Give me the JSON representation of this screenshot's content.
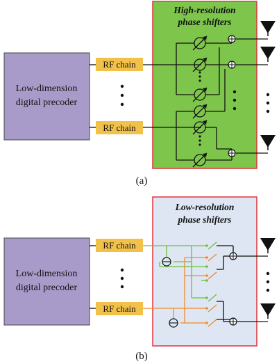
{
  "panel_a": {
    "precoder_line1": "Low-dimension",
    "precoder_line2": "digital precoder",
    "rf_chain_1": "RF chain",
    "rf_chain_2": "RF chain",
    "shifters_line1": "High-resolution",
    "shifters_line2": "phase shifters",
    "caption": "(a)"
  },
  "panel_b": {
    "precoder_line1": "Low-dimension",
    "precoder_line2": "digital precoder",
    "rf_chain_1": "RF chain",
    "rf_chain_2": "RF chain",
    "shifters_line1": "Low-resolution",
    "shifters_line2": "phase shifters",
    "caption": "(b)"
  },
  "colors": {
    "precoder_fill": "#a99bc9",
    "rf_fill": "#f2c14a",
    "panel_a_fill": "#7ec64b",
    "panel_b_fill": "#dde6f2",
    "panel_border": "#e0333a",
    "green_wire": "#6cbf3a",
    "orange_wire": "#ef8a2c"
  },
  "icons": [
    "antenna-icon",
    "phase-shifter-icon",
    "adder-icon",
    "switch-icon",
    "inverter-icon"
  ]
}
